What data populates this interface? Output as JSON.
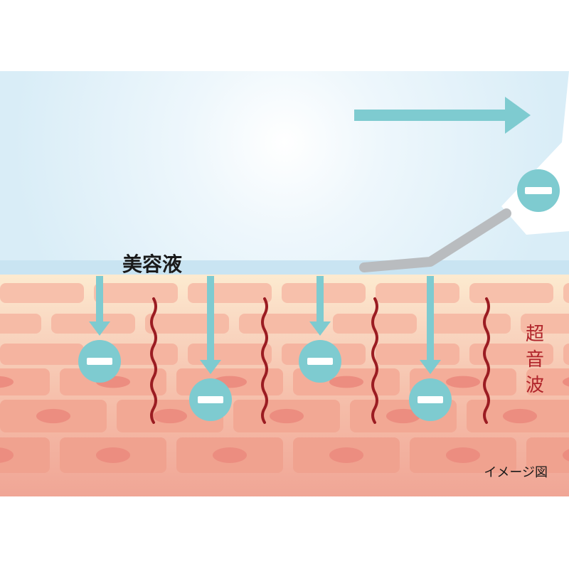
{
  "labels": {
    "serum": "美容液",
    "ultrasound_chars": [
      "超",
      "音",
      "波"
    ],
    "caption": "イメージ図"
  },
  "ion_symbol": "−",
  "colors": {
    "sky_light": "#f4fbfe",
    "sky": "#dceff8",
    "serum_band": "#c9e4f2",
    "skin_top": "#fdebd0",
    "skin_mid": "#f6c7b2",
    "skin_deep": "#f1a898",
    "cell_light": "#f9c9b5",
    "cell_dark": "#f0a08f",
    "nucleus": "#ec8d80",
    "ion_teal": "#7ecbd0",
    "wave_red": "#9b1c22",
    "ultrasound_text": "#b0242a",
    "device_gray": "#b9bcbf",
    "text_dark": "#1a1a1a"
  },
  "icons": [
    "arrow-right-icon",
    "minus-ion-icon",
    "ultrasound-wave-icon",
    "down-arrow-icon"
  ]
}
